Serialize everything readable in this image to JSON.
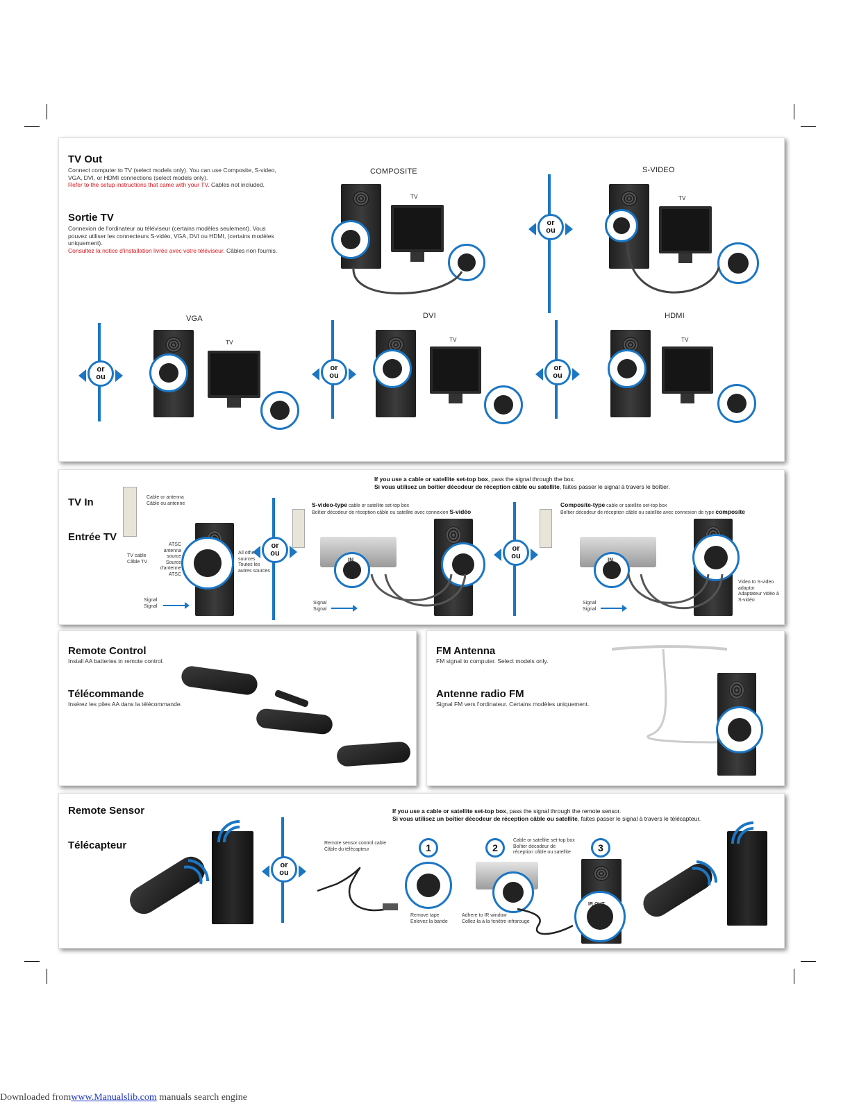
{
  "tv_out": {
    "title_en": "TV Out",
    "text_en": "Connect computer to TV (select models only). You can use Composite, S-video, VGA, DVI, or HDMI connections (select models only).",
    "note_en_red": "Refer to the setup instructions that came with your TV.",
    "note_en": "Cables not included.",
    "title_fr": "Sortie TV",
    "text_fr": "Connexion de l'ordinateur au téléviseur (certains modèles seulement). Vous pouvez utiliser les connecteurs S-vidéo, VGA, DVI ou HDMI, (certains modèles uniquement).",
    "note_fr_red": "Consultez la notice d'installation livrée avec votre téléviseur.",
    "note_fr": "Câbles non fournis.",
    "labels": {
      "composite": "COMPOSITE",
      "svideo": "S-VIDEO",
      "vga": "VGA",
      "dvi": "DVI",
      "hdmi": "HDMI",
      "tv": "TV"
    },
    "or_en": "or",
    "or_fr": "ou"
  },
  "tv_in": {
    "title_en": "TV In",
    "title_fr": "Entrée TV",
    "intro_en_bold": "If you use a cable or satellite set-top box",
    "intro_en": ", pass the signal through the box.",
    "intro_fr_bold": "Si vous utilisez un boîtier décodeur de réception câble ou satellite",
    "intro_fr": ", faites passer le signal à travers le boîtier.",
    "cable_antenna_en": "Cable or antenna",
    "cable_antenna_fr": "Câble ou antenne",
    "atsc_en": "ATSC antenna source",
    "atsc_fr": "Source d'antenne ATSC",
    "tv_cable_en": "TV cable",
    "tv_cable_fr": "Câble TV",
    "all_other_en": "All other sources",
    "all_other_fr": "Toutes les autres sources",
    "signal_en": "Signal",
    "signal_fr": "Signal",
    "svideo_type_bold": "S-video-type",
    "svideo_type_rest": " cable or satellite set-top box",
    "svideo_fr": "Boîtier décodeur de réception câble ou satellite avec connexion",
    "svideo_fr_bold": "S-vidéo",
    "composite_type_bold": "Composite-type",
    "composite_type_rest": " cable or satellite set-top box",
    "composite_fr": "Boîtier décodeur de réception câble ou satellite avec connexion de type",
    "composite_fr_bold": "composite",
    "in_label": "IN",
    "adaptor_en": "Video to S-video adaptor",
    "adaptor_fr": "Adaptateur vidéo à S-vidéo"
  },
  "remote_control": {
    "title_en": "Remote Control",
    "text_en": "Install AA batteries in remote control.",
    "title_fr": "Télécommande",
    "text_fr": "Insérez les piles AA dans la télécommande."
  },
  "fm": {
    "title_en": "FM Antenna",
    "text_en": "FM signal to computer. Select models only.",
    "title_fr": "Antenne radio FM",
    "text_fr": "Signal FM vers l'ordinateur. Certains modèles uniquement."
  },
  "remote_sensor": {
    "title_en": "Remote Sensor",
    "title_fr": "Télécapteur",
    "intro_en_bold": "If you use a cable or satellite set-top box",
    "intro_en": ", pass the signal through the remote sensor.",
    "intro_fr_bold": "Si vous utilisez un boîtier décodeur de réception câble ou satellite",
    "intro_fr": ", faites passer le signal à travers le télécapteur.",
    "cable_label_en": "Remote sensor control cable",
    "cable_label_fr": "Câble du télécapteur",
    "steps": [
      "1",
      "2",
      "3"
    ],
    "box_en": "Cable or satellite set-top box",
    "box_fr": "Boîtier décodeur de réception câble ou satellite",
    "remove_en": "Remove tape",
    "remove_fr": "Enlevez la bande",
    "adhere_en": "Adhere to IR window",
    "adhere_fr": "Collez-la à la fenêtre infrarouge",
    "ir_out": "IR OUT"
  },
  "footer": {
    "prefix": "Downloaded from",
    "link": "www.Manualslib.com",
    "suffix": " manuals search engine"
  },
  "colors": {
    "accent": "#1b76c4",
    "red": "#d2151c"
  }
}
